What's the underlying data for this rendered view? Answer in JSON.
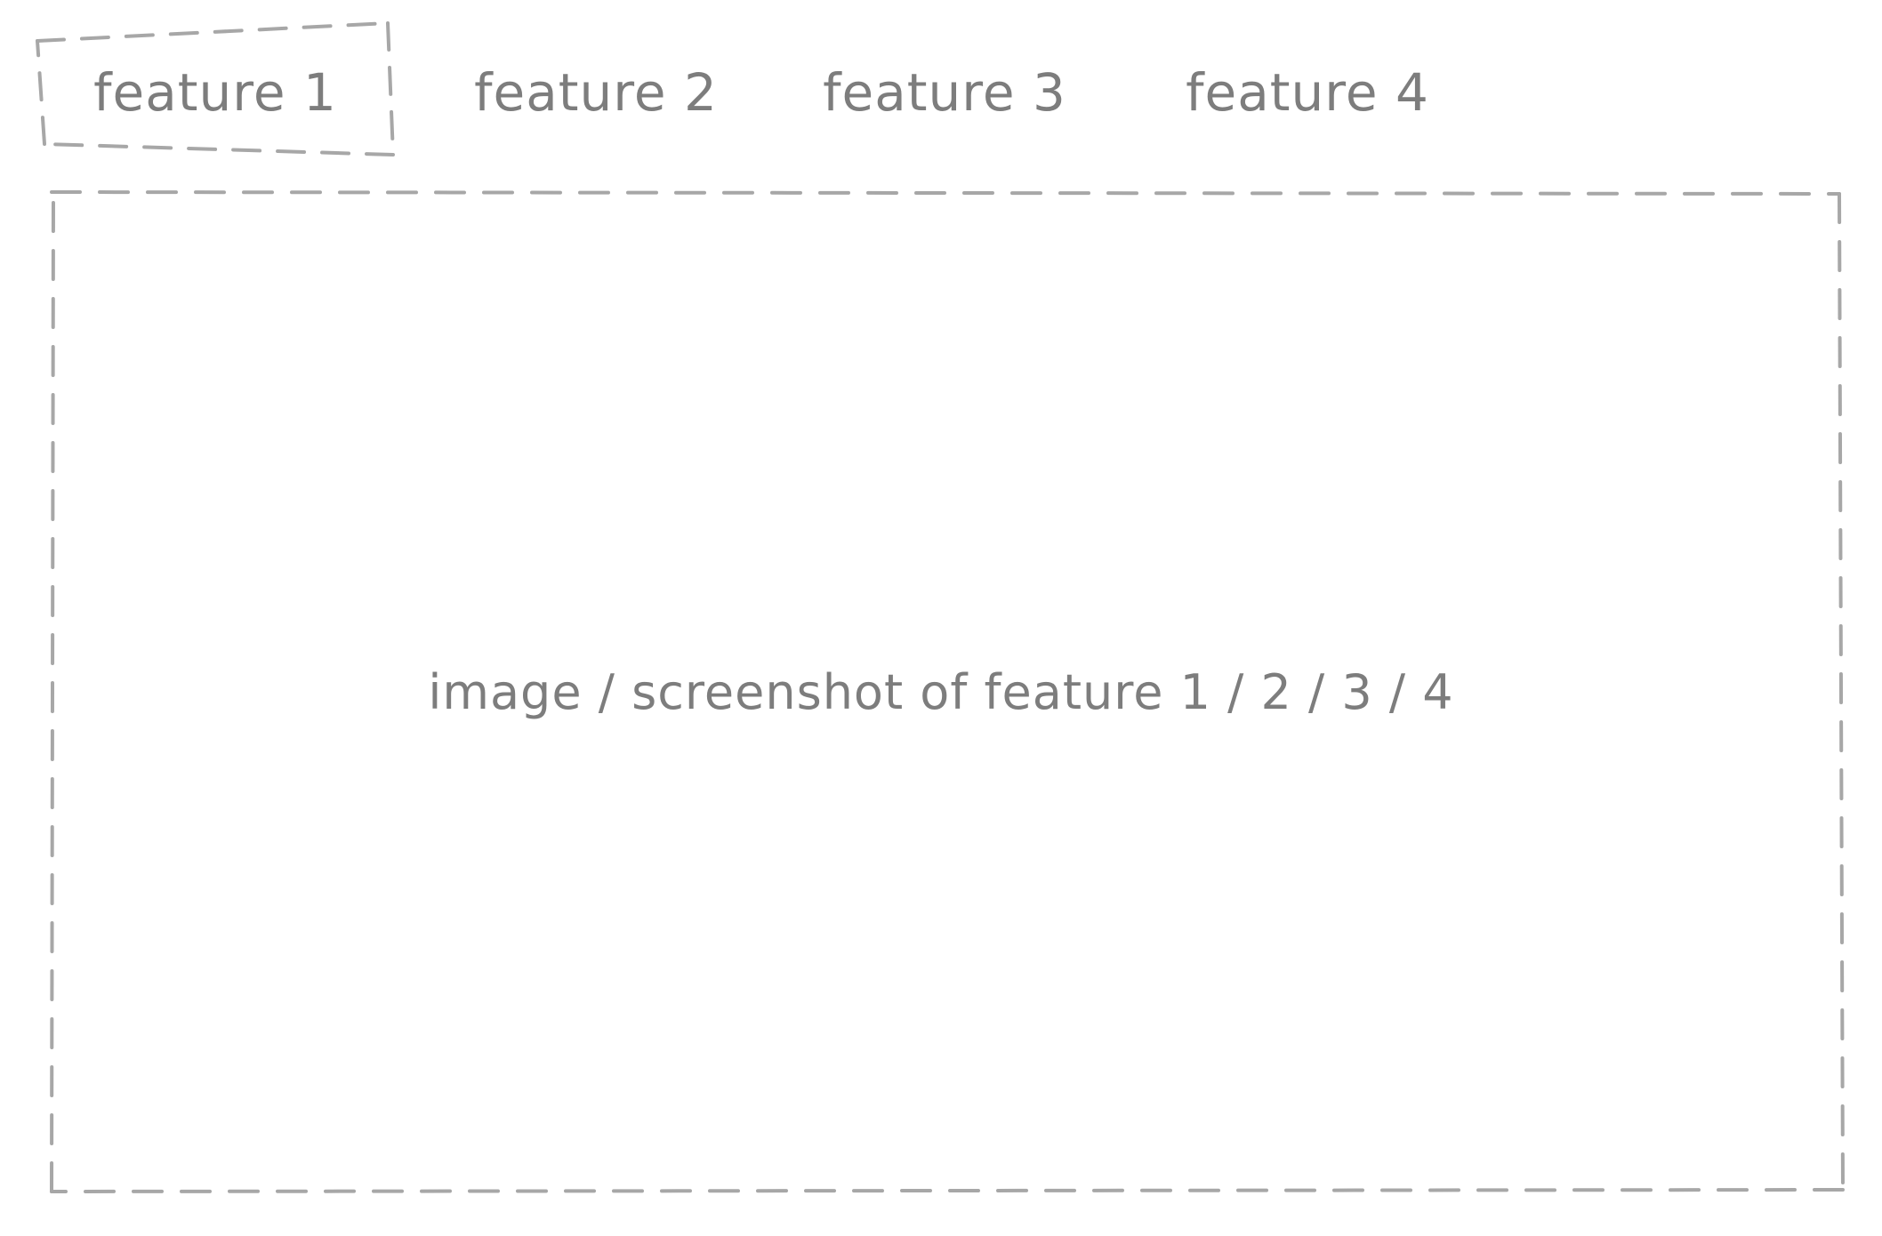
{
  "tabs": [
    {
      "label": "feature 1",
      "selected": true
    },
    {
      "label": "feature 2",
      "selected": false
    },
    {
      "label": "feature 3",
      "selected": false
    },
    {
      "label": "feature 4",
      "selected": false
    }
  ],
  "content": {
    "placeholder": "image / screenshot of feature 1 / 2 / 3 / 4"
  },
  "colors": {
    "stroke": "#a7a7a7",
    "text": "#7d7d7d"
  }
}
